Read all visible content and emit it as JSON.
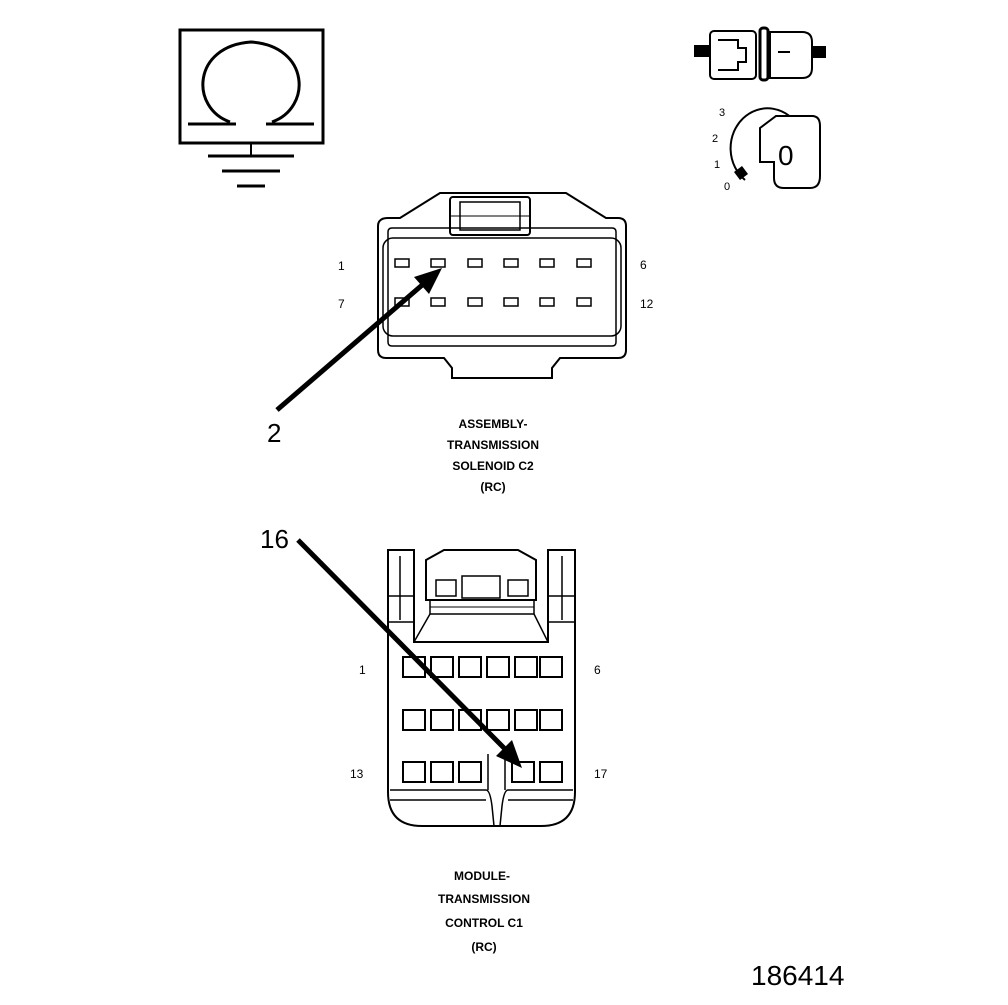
{
  "symbols": {
    "ohmmeter_icon": "ohmmeter-ground-icon",
    "connector_icon": "inline-connector-icon",
    "ignition_icon": "ignition-key-icon"
  },
  "ignition": {
    "positions": [
      "3",
      "2",
      "1",
      "0"
    ],
    "key_value": "0"
  },
  "connector_c2": {
    "pin_labels": {
      "top_left": "1",
      "top_right": "6",
      "bottom_left": "7",
      "bottom_right": "12"
    },
    "caption": [
      "ASSEMBLY-",
      "TRANSMISSION",
      "SOLENOID C2",
      "(RC)"
    ],
    "callout": {
      "label": "2",
      "pin": 2
    }
  },
  "connector_c1": {
    "pin_labels": {
      "top_left": "1",
      "top_right": "6",
      "bottom_left": "13",
      "bottom_right": "17"
    },
    "caption": [
      "MODULE-",
      "TRANSMISSION",
      "CONTROL C1",
      "(RC)"
    ],
    "callout": {
      "label": "16",
      "pin": 16
    }
  },
  "figure_id": "186414",
  "colors": {
    "ink": "#000000",
    "paper": "#ffffff"
  }
}
